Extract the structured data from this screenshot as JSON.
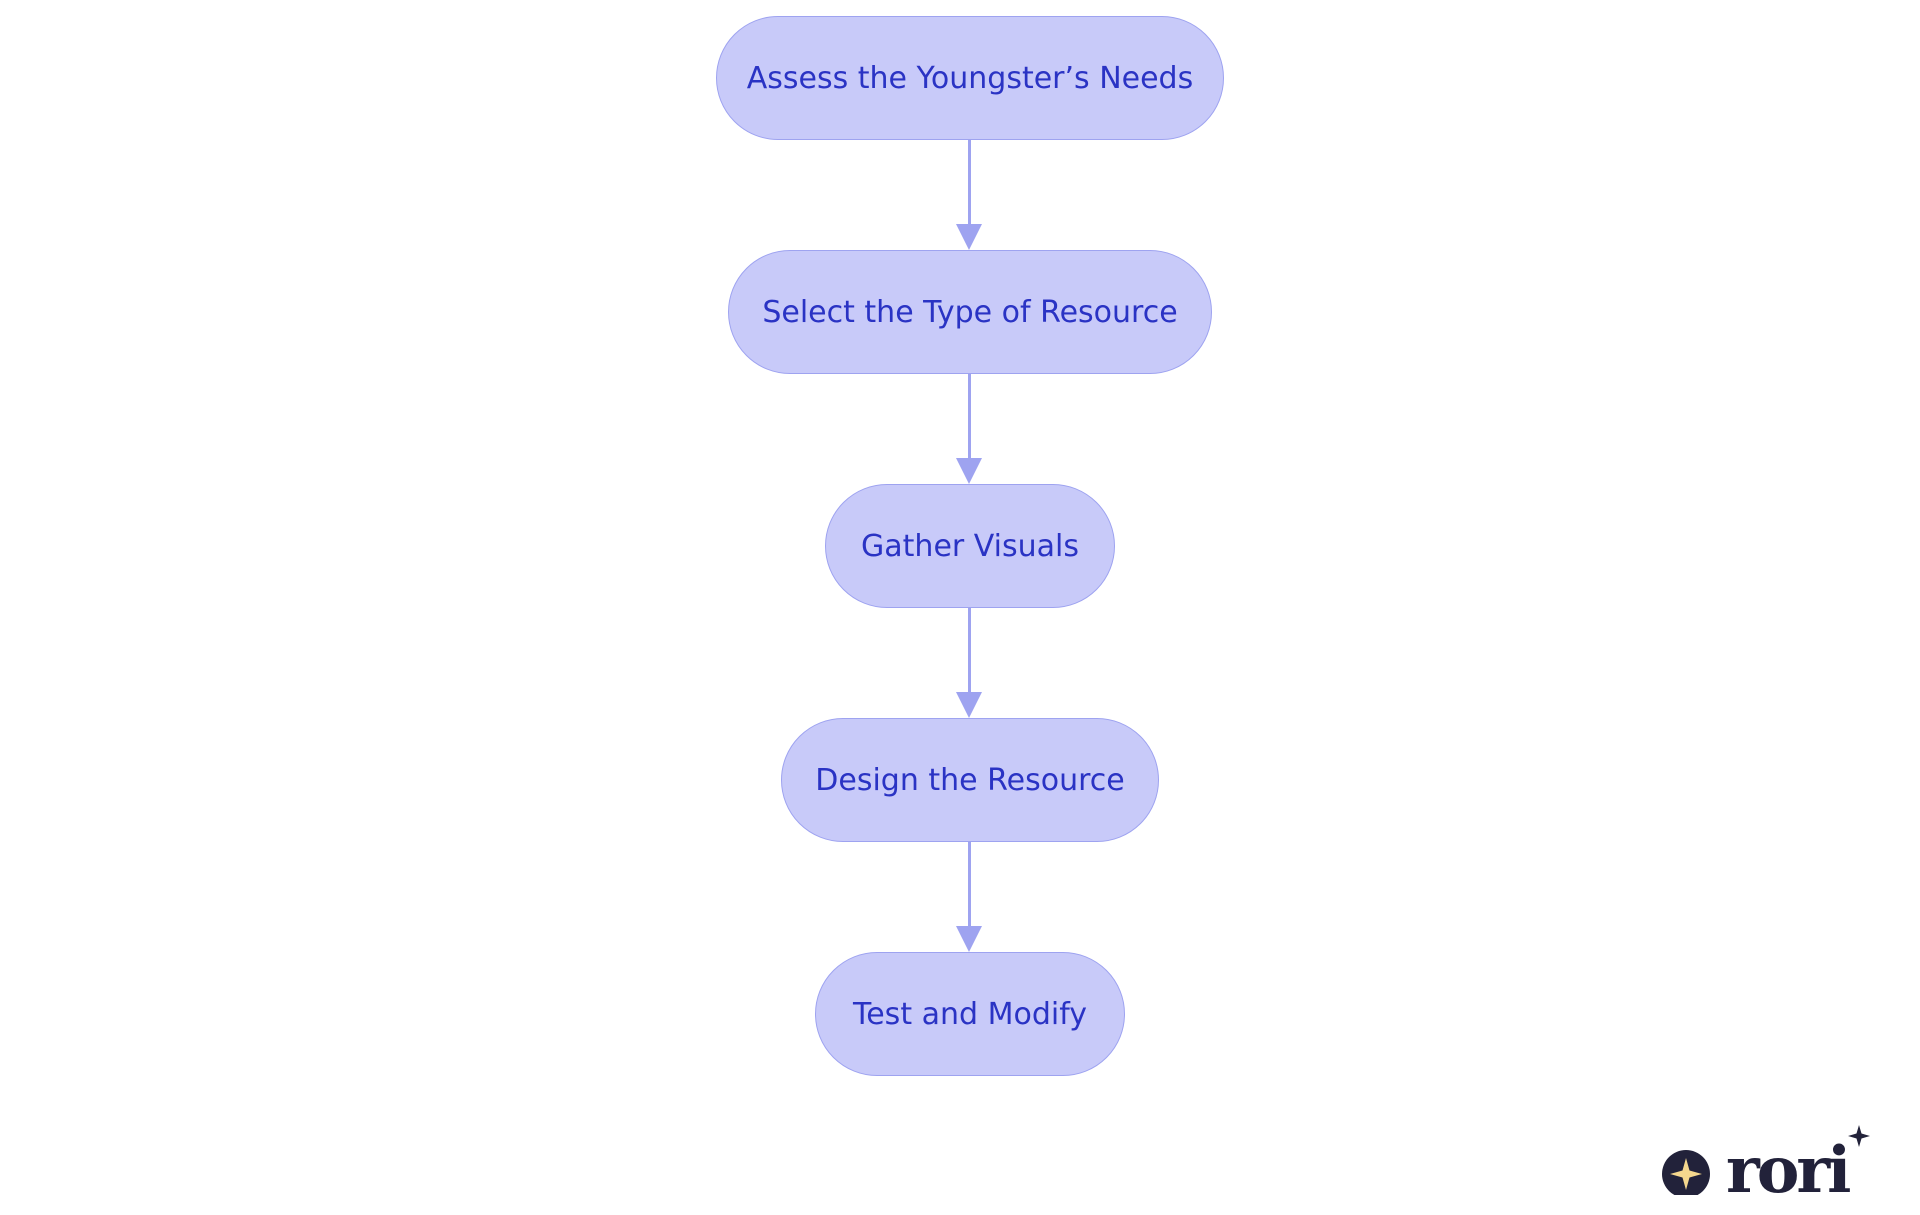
{
  "diagram": {
    "type": "flowchart",
    "direction": "top-to-bottom",
    "colors": {
      "node_fill": "#c8caf9",
      "node_border": "#9ea3f0",
      "node_text": "#2a33c4",
      "edge": "#9ea3f0"
    },
    "nodes": [
      {
        "id": "n1",
        "label": "Assess the Youngster’s Needs"
      },
      {
        "id": "n2",
        "label": "Select the Type of Resource"
      },
      {
        "id": "n3",
        "label": "Gather Visuals"
      },
      {
        "id": "n4",
        "label": "Design the Resource"
      },
      {
        "id": "n5",
        "label": "Test and Modify"
      }
    ],
    "edges": [
      {
        "from": "n1",
        "to": "n2"
      },
      {
        "from": "n2",
        "to": "n3"
      },
      {
        "from": "n3",
        "to": "n4"
      },
      {
        "from": "n4",
        "to": "n5"
      }
    ]
  },
  "logo": {
    "icon": "rori-logo",
    "text": "rori",
    "colors": {
      "dark": "#22223a",
      "star": "#f5d78e"
    }
  }
}
